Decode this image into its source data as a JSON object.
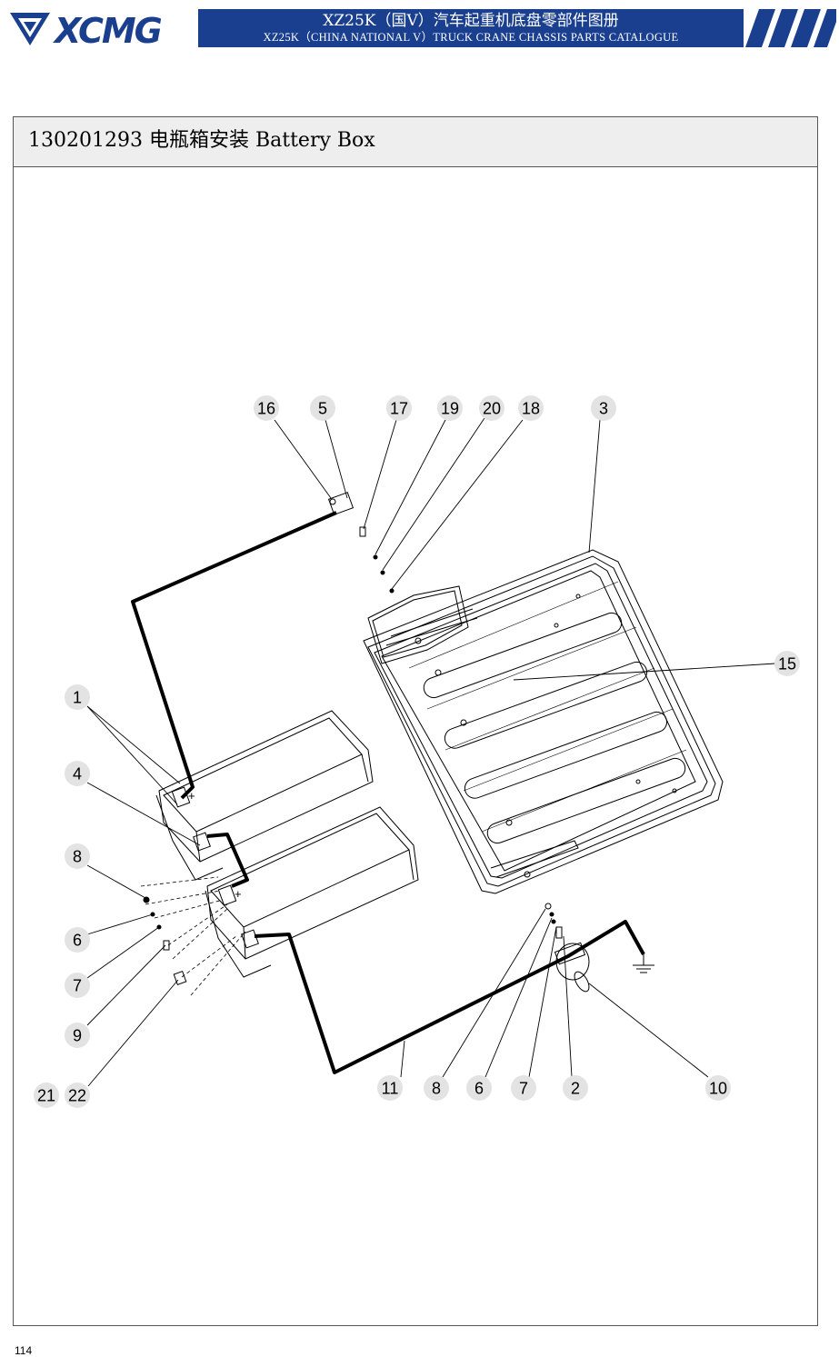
{
  "header": {
    "logo_text": "XCMG",
    "title_cn": "XZ25K（国V）汽车起重机底盘零部件图册",
    "title_en": "XZ25K（CHINA NATIONAL V）TRUCK CRANE CHASSIS PARTS CATALOGUE",
    "colors": {
      "brand_blue": "#1a3f8f",
      "title_bar_bg": "#eeeeee"
    }
  },
  "section": {
    "title": "130201293 电瓶箱安装 Battery Box"
  },
  "callouts": [
    {
      "id": "c16",
      "label": "16"
    },
    {
      "id": "c5",
      "label": "5"
    },
    {
      "id": "c17",
      "label": "17"
    },
    {
      "id": "c19",
      "label": "19"
    },
    {
      "id": "c20",
      "label": "20"
    },
    {
      "id": "c18",
      "label": "18"
    },
    {
      "id": "c3",
      "label": "3"
    },
    {
      "id": "c15",
      "label": "15"
    },
    {
      "id": "c1",
      "label": "1"
    },
    {
      "id": "c4",
      "label": "4"
    },
    {
      "id": "c8a",
      "label": "8"
    },
    {
      "id": "c6a",
      "label": "6"
    },
    {
      "id": "c7a",
      "label": "7"
    },
    {
      "id": "c9",
      "label": "9"
    },
    {
      "id": "c21",
      "label": "21"
    },
    {
      "id": "c22",
      "label": "22"
    },
    {
      "id": "c11",
      "label": "11"
    },
    {
      "id": "c8b",
      "label": "8"
    },
    {
      "id": "c6b",
      "label": "6"
    },
    {
      "id": "c7b",
      "label": "7"
    },
    {
      "id": "c2",
      "label": "2"
    },
    {
      "id": "c10",
      "label": "10"
    }
  ],
  "terminal_symbols": {
    "plus_1": "+",
    "plus_2": "+"
  },
  "footer": {
    "page_number": "114"
  }
}
